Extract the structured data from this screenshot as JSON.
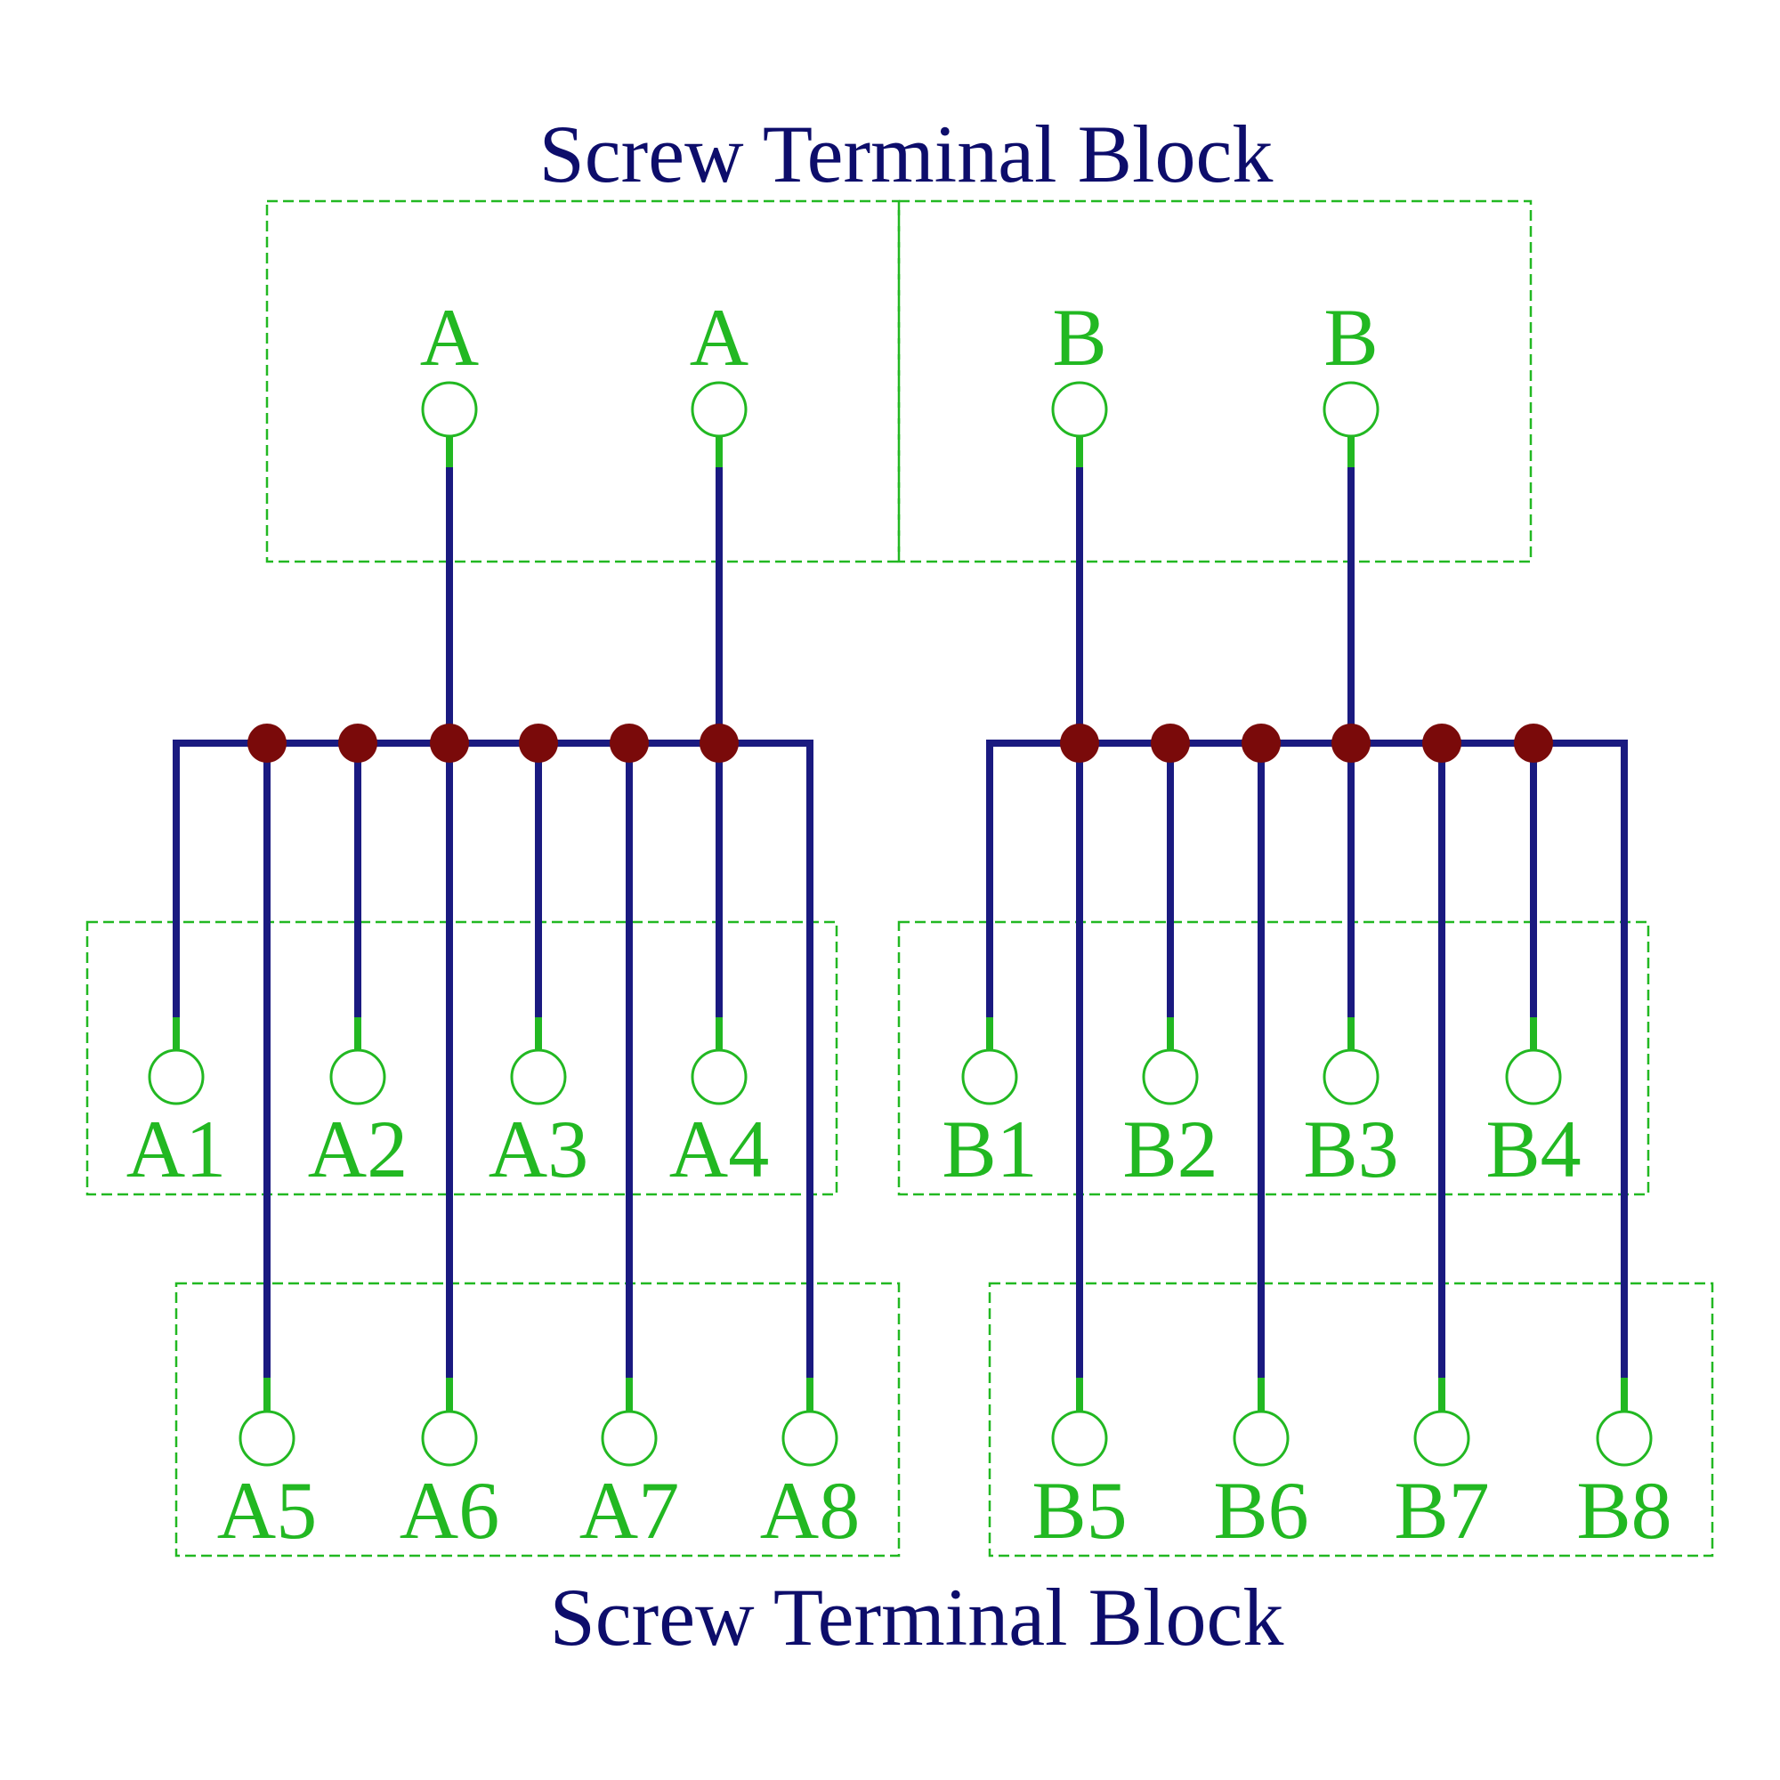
{
  "titles": {
    "top": "Screw Terminal  Block",
    "bottom": "Screw Terminal  Block"
  },
  "colors": {
    "wire": "#1a1a80",
    "terminal": "#22b822",
    "junction": "#7a0a0a",
    "title": "#0d0d6b"
  },
  "top_terminals": {
    "a1": "A",
    "a2": "A",
    "b1": "B",
    "b2": "B"
  },
  "row1_terminals": {
    "a1": "A1",
    "a2": "A2",
    "a3": "A3",
    "a4": "A4",
    "b1": "B1",
    "b2": "B2",
    "b3": "B3",
    "b4": "B4"
  },
  "row2_terminals": {
    "a5": "A5",
    "a6": "A6",
    "a7": "A7",
    "a8": "A8",
    "b5": "B5",
    "b6": "B6",
    "b7": "B7",
    "b8": "B8"
  }
}
